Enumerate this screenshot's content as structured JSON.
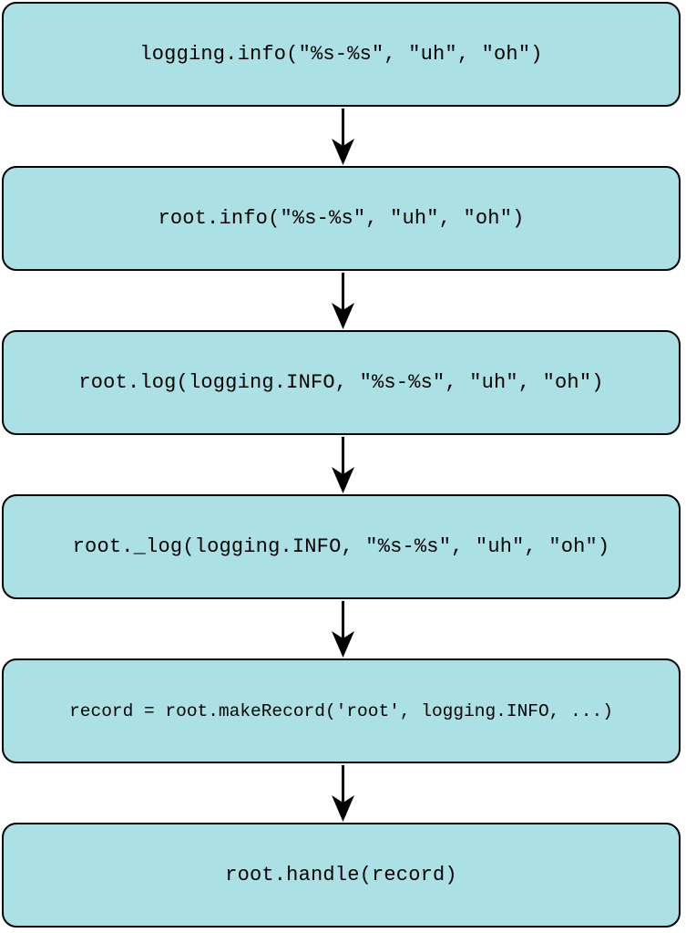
{
  "diagram": {
    "steps": [
      {
        "label": "logging.info(\"%s-%s\", \"uh\", \"oh\")"
      },
      {
        "label": "root.info(\"%s-%s\", \"uh\", \"oh\")"
      },
      {
        "label": "root.log(logging.INFO, \"%s-%s\", \"uh\", \"oh\")"
      },
      {
        "label": "root._log(logging.INFO, \"%s-%s\", \"uh\", \"oh\")"
      },
      {
        "label": "record = root.makeRecord('root', logging.INFO, ...)"
      },
      {
        "label": "root.handle(record)"
      }
    ],
    "box_fill": "#abe0e4",
    "stroke_color": "#000000",
    "arrow_icon": "arrow-down-icon"
  }
}
